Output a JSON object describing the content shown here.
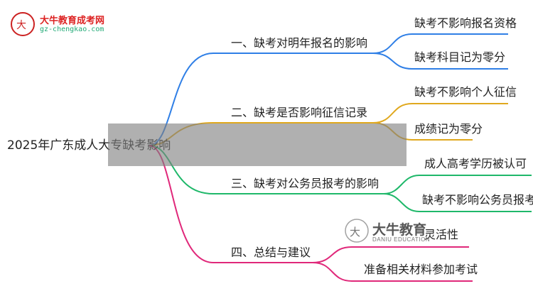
{
  "logo_top": {
    "brand": "大牛教育成考网",
    "url": "gz-chengkao.com"
  },
  "logo_watermark": {
    "brand": "大牛教育",
    "sub": "DANIU EDUCATION"
  },
  "root": {
    "label": "2025年广东成人大专缺考影响"
  },
  "branches": [
    {
      "label": "一、缺考对明年报名的影响",
      "color": "#2f7fe6",
      "children": [
        "缺考不影响报名资格",
        "缺考科目记为零分"
      ]
    },
    {
      "label": "二、缺考是否影响征信记录",
      "color": "#e0a81e",
      "children": [
        "缺考不影响个人征信",
        "成绩记为零分"
      ]
    },
    {
      "label": "三、缺考对公务员报考的影响",
      "color": "#1fb86a",
      "children": [
        "成人高考学历被认可",
        "缺考不影响公务员报考"
      ]
    },
    {
      "label": "四、总结与建议",
      "color": "#e0287a",
      "children": [
        "灵活性",
        "准备相关材料参加考试"
      ]
    }
  ]
}
